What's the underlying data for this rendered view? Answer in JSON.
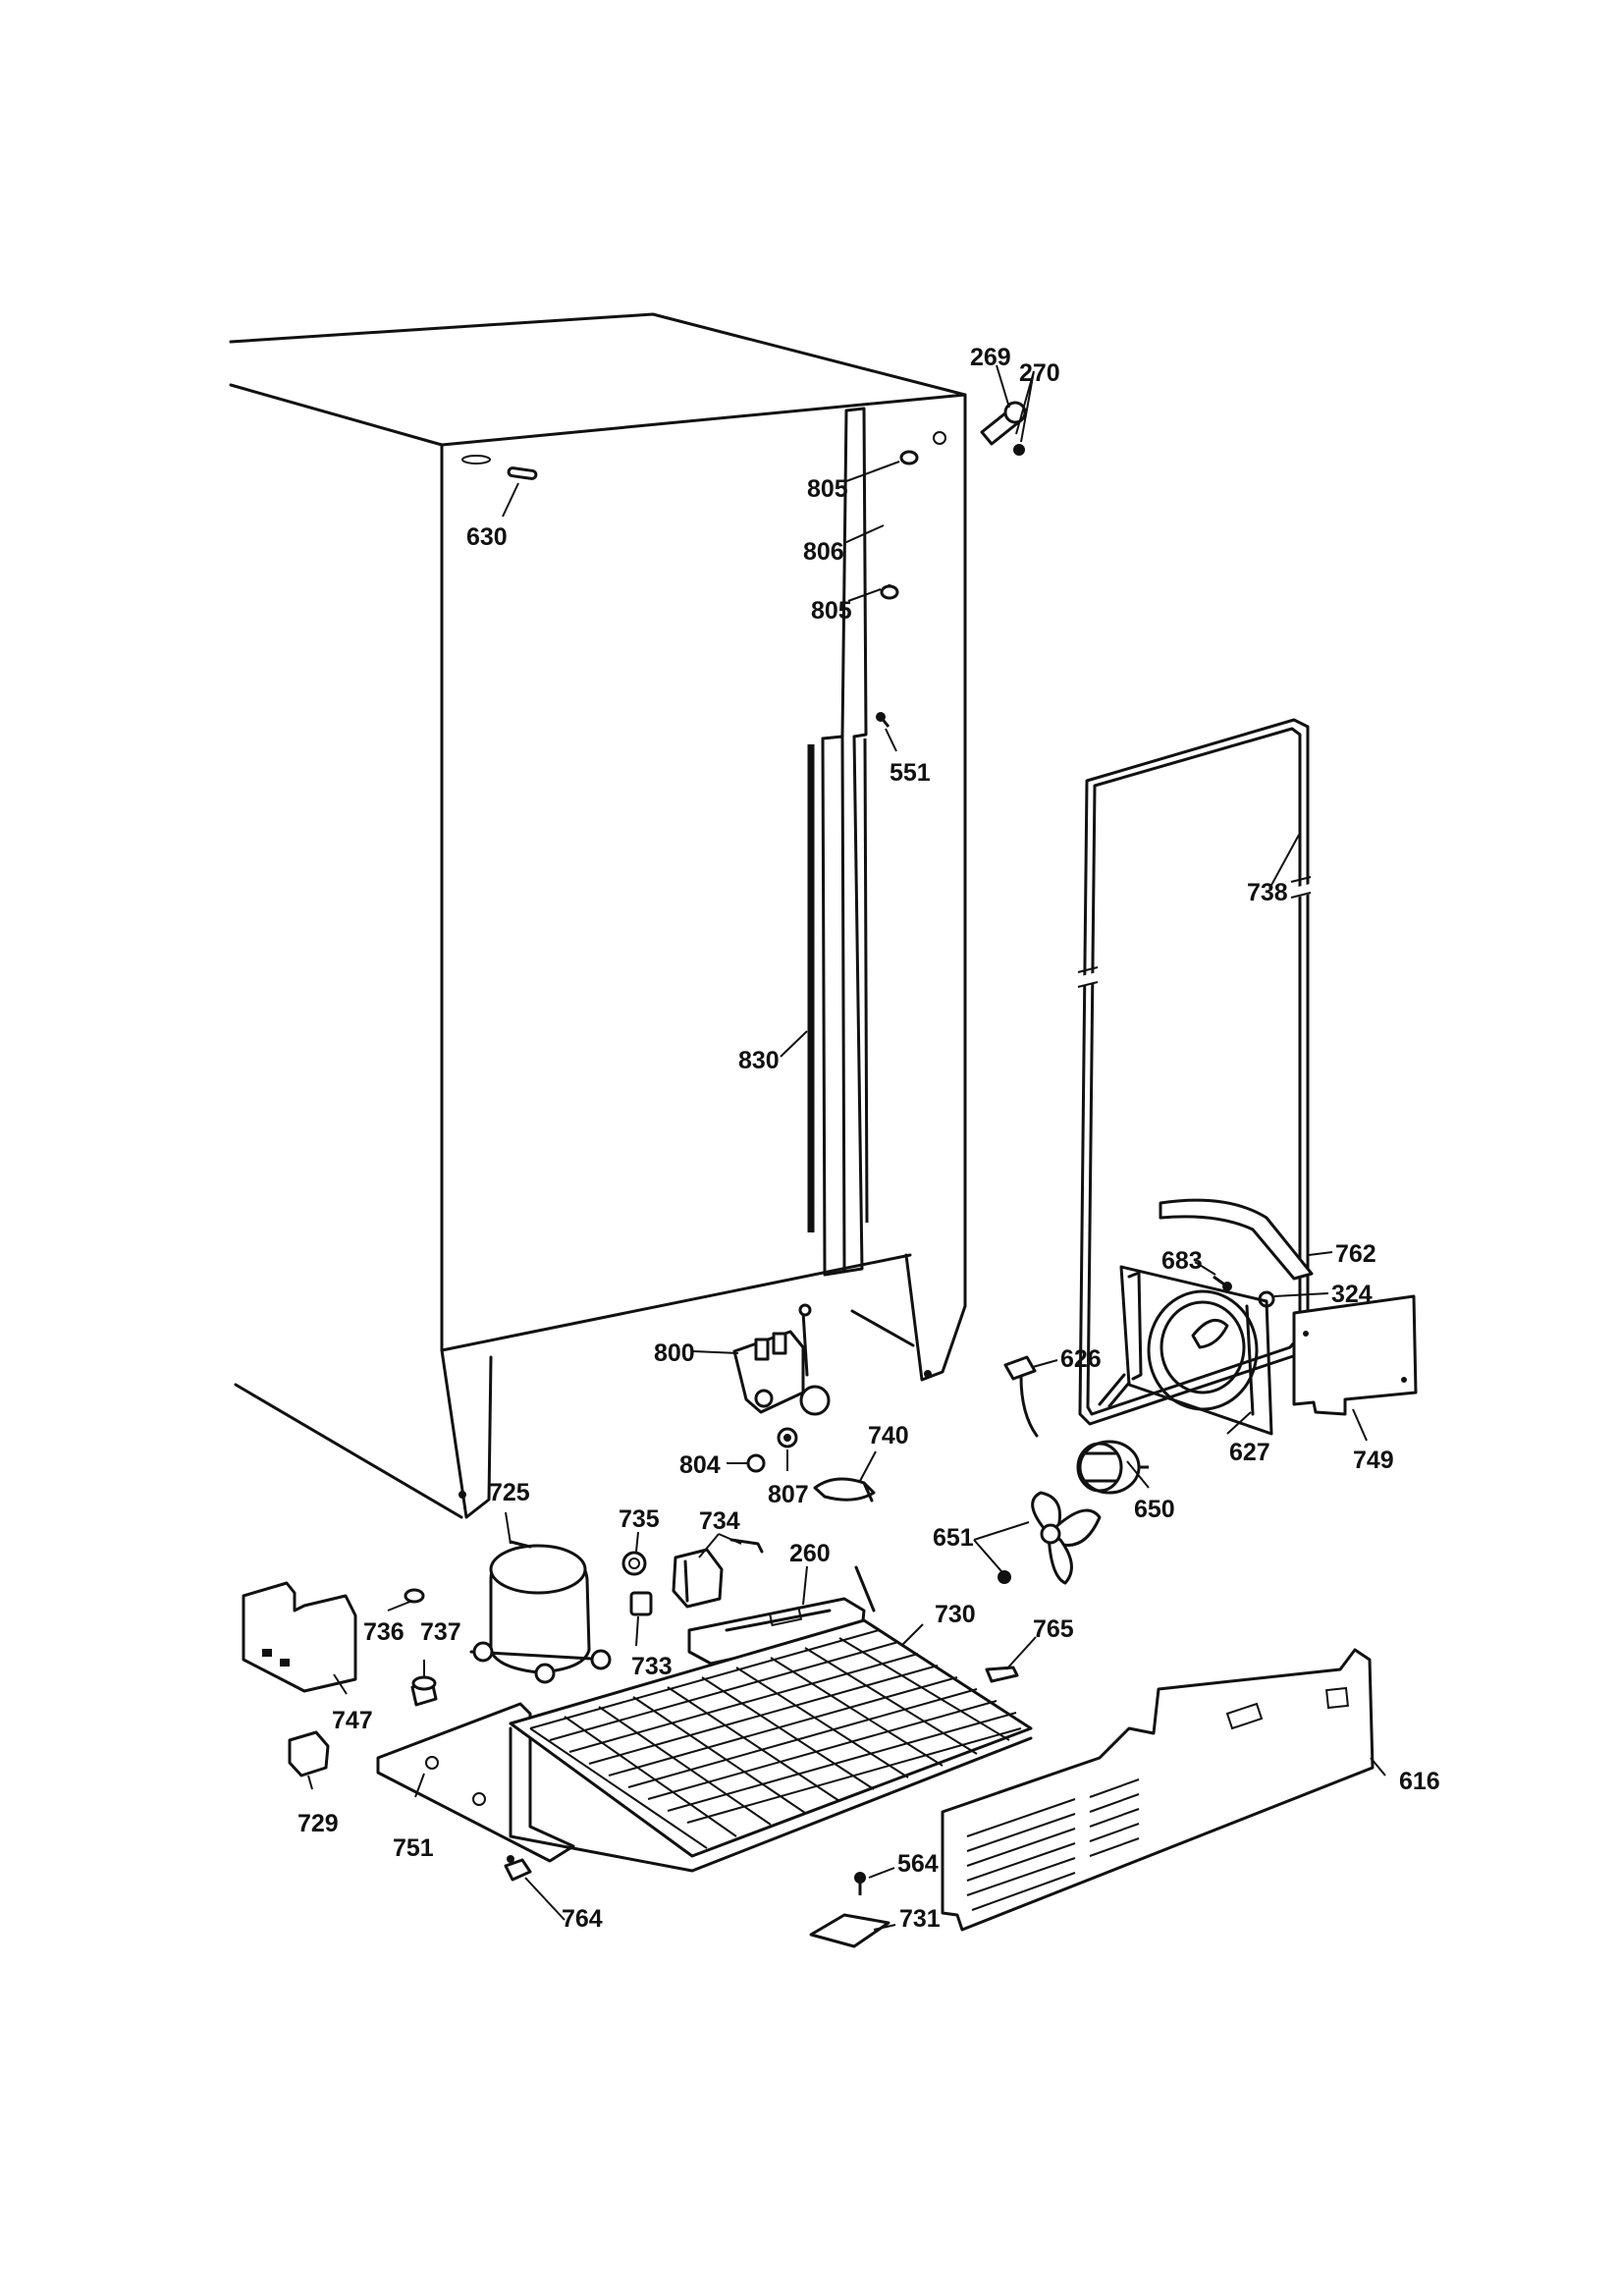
{
  "callouts": {
    "c269": "269",
    "c270": "270",
    "c630": "630",
    "c805a": "805",
    "c806": "806",
    "c805b": "805",
    "c551": "551",
    "c738": "738",
    "c830": "830",
    "c762": "762",
    "c683": "683",
    "c324": "324",
    "c800": "800",
    "c626": "626",
    "c627": "627",
    "c749": "749",
    "c804": "804",
    "c807": "807",
    "c740": "740",
    "c725": "725",
    "c735": "735",
    "c734": "734",
    "c260": "260",
    "c651": "651",
    "c650": "650",
    "c730": "730",
    "c765": "765",
    "c736": "736",
    "c737": "737",
    "c733": "733",
    "c747": "747",
    "c729": "729",
    "c751": "751",
    "c616": "616",
    "c564": "564",
    "c764": "764",
    "c731": "731"
  }
}
